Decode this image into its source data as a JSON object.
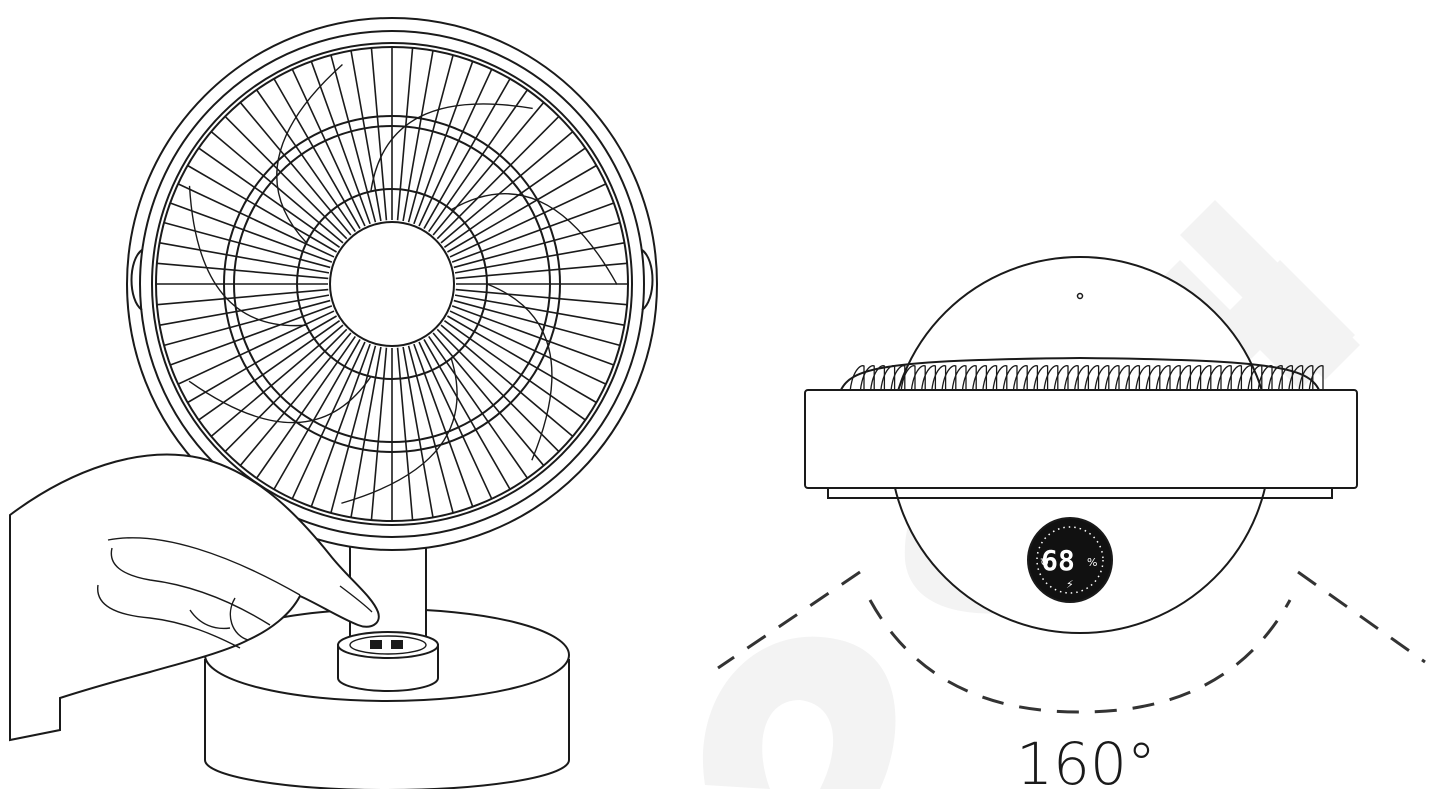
{
  "figure": {
    "angle_label": "160°",
    "display_value": "68",
    "display_unit": "%",
    "colors": {
      "line": "#1a1a1a",
      "watermark": "#f2f2f2",
      "display_bg": "#111111",
      "display_text": "#ffffff"
    }
  },
  "watermark": {
    "text": "aomi"
  }
}
